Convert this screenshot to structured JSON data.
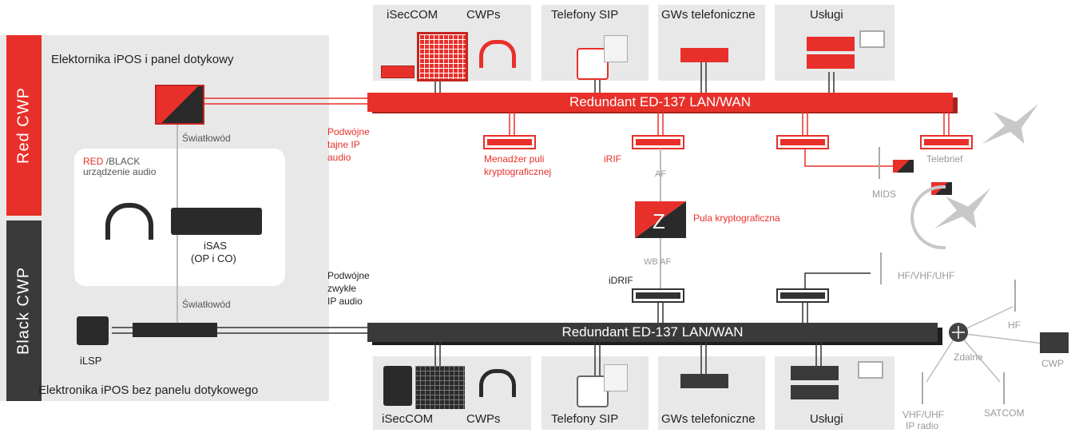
{
  "side_labels": {
    "red": "Red  CWP",
    "black": "Black  CWP"
  },
  "panels": {
    "red_title": "Elektornika iPOS i panel dotykowy",
    "black_title": "Elektronika iPOS bez panelu dotykowego",
    "fiber_top": "Światłowód",
    "fiber_bottom": "Światłowód",
    "audio_red": "RED",
    "audio_sep": " /",
    "audio_black": "BLACK",
    "audio_device": "urządzenie audio",
    "isas": "iSAS",
    "isas_sub": "(OP i CO)",
    "ilsp": "iLSP"
  },
  "top_groups": [
    "iSecCOM",
    "CWPs",
    "Telefony SIP",
    "GWs telefoniczne",
    "Usługi"
  ],
  "bottom_groups": [
    "iSecCOM",
    "CWPs",
    "Telefony SIP",
    "GWs telefoniczne",
    "Usługi"
  ],
  "bus": {
    "red": "Redundant ED-137 LAN/WAN",
    "black": "Redundant ED-137 LAN/WAN"
  },
  "annotations": {
    "dual_secret_1": "Podwójne",
    "dual_secret_2": "tajne IP",
    "dual_secret_3": "audio",
    "dual_plain_1": "Podwójne",
    "dual_plain_2": "zwykłe",
    "dual_plain_3": "IP audio",
    "crypto_mgr_1": "Menadżer puli",
    "crypto_mgr_2": "kryptograficznej",
    "irif": "iRIF",
    "af": "AF",
    "crypto_pool": "Pula kryptograficzna",
    "z": "Z",
    "wb_af": "WB AF",
    "idrif": "iDRIF",
    "mids": "MIDS",
    "telebrief": "Telebrief",
    "hfvhfuhf": "HF/VHF/UHF",
    "hf": "HF",
    "zdalne": "Zdalne",
    "cwp": "CWP",
    "satcom": "SATCOM",
    "vhfuhf_1": "VHF/UHF",
    "vhfuhf_2": "IP radio"
  },
  "colors": {
    "red": "#e8302a",
    "black": "#3a3a3a",
    "panel": "#e8e8e8",
    "gray": "#a0a0a0"
  }
}
